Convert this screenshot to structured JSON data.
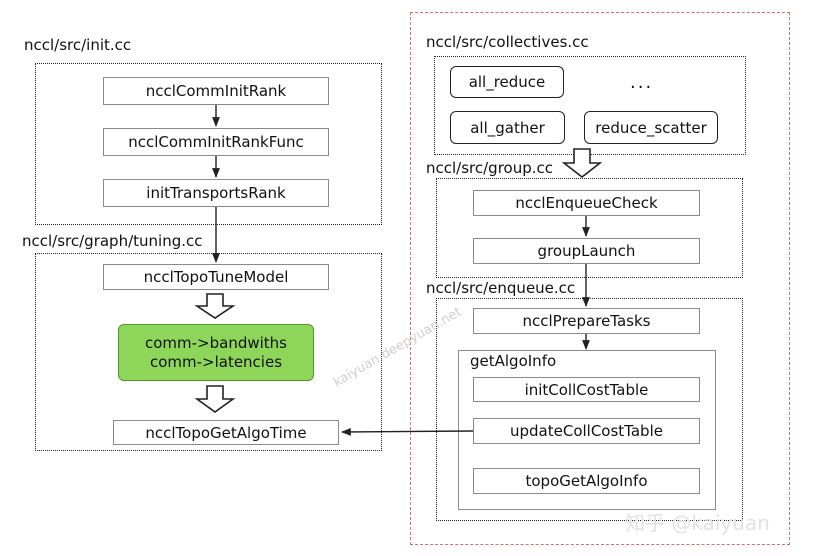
{
  "sections": {
    "init": {
      "path": "nccl/src/init.cc",
      "items": [
        "ncclCommInitRank",
        "ncclCommInitRankFunc",
        "initTransportsRank"
      ]
    },
    "tuning": {
      "path": "nccl/src/graph/tuning.cc",
      "model": "ncclTopoTuneModel",
      "result_line1": "comm->bandwiths",
      "result_line2": "comm->latencies",
      "get_algo_time": "ncclTopoGetAlgoTime"
    },
    "collectives": {
      "path": "nccl/src/collectives.cc",
      "ops": [
        "all_reduce",
        "all_gather",
        "reduce_scatter"
      ],
      "ellipsis": "..."
    },
    "group": {
      "path": "nccl/src/group.cc",
      "items": [
        "ncclEnqueueCheck",
        "groupLaunch"
      ]
    },
    "enqueue": {
      "path": "nccl/src/enqueue.cc",
      "prepare": "ncclPrepareTasks",
      "getalgo_title": "getAlgoInfo",
      "getalgo_items": [
        "initCollCostTable",
        "updateCollCostTable",
        "topoGetAlgoInfo"
      ]
    }
  },
  "watermarks": {
    "diagonal": "kaiyuan.deepyuan.net",
    "bottom": "知乎 @kaiyuan"
  }
}
